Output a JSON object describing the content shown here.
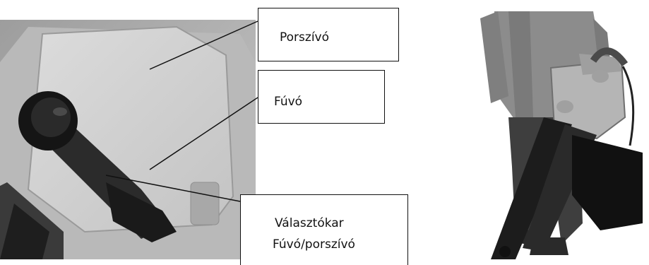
{
  "callouts": {
    "porszivo": "Porszívó",
    "fuvo": "Fúvó",
    "valasztokar_line1": "Választókar",
    "valasztokar_line2": "Fúvó/porszívó"
  }
}
